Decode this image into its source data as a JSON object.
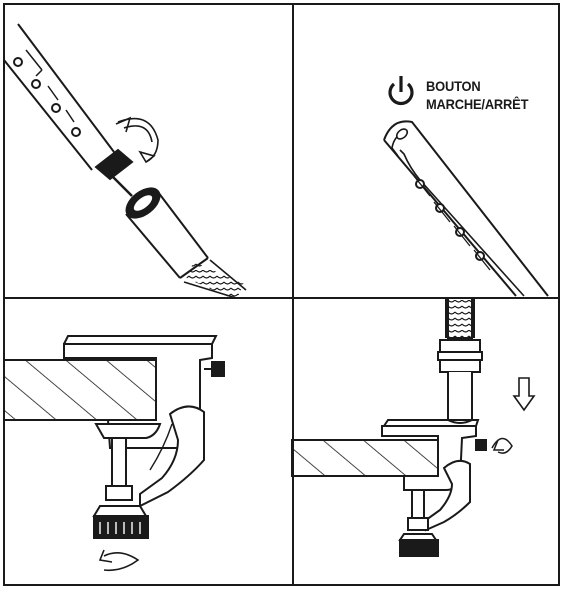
{
  "power_button": {
    "icon": "power-icon",
    "label_line1": "BOUTON",
    "label_line2": "MARCHE/ARRÊT"
  },
  "panels": [
    {
      "id": "assemble-neck",
      "icons": [
        "rotate-arrow-icon"
      ]
    },
    {
      "id": "power-switch",
      "icons": [
        "power-icon"
      ]
    },
    {
      "id": "clamp-attach",
      "icons": [
        "rotate-arrow-icon"
      ]
    },
    {
      "id": "insert-lamp",
      "icons": [
        "down-arrow-icon",
        "rotate-arrow-icon"
      ]
    }
  ],
  "colors": {
    "line": "#1a1a1a",
    "background": "#ffffff"
  }
}
